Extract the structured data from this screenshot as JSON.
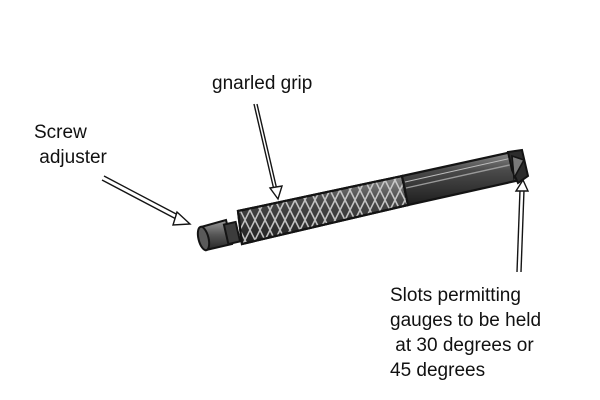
{
  "labels": {
    "gnarled_grip": "gnarled grip",
    "screw_adjuster": "Screw\n adjuster",
    "slots": "Slots permitting\ngauges to be held\n at 30 degrees or\n45 degrees"
  },
  "colors": {
    "outline": "#141414",
    "body_dark": "#3a3a3a",
    "body_mid": "#6b6b6b",
    "highlight": "#c8c8c8",
    "background": "#ffffff"
  }
}
